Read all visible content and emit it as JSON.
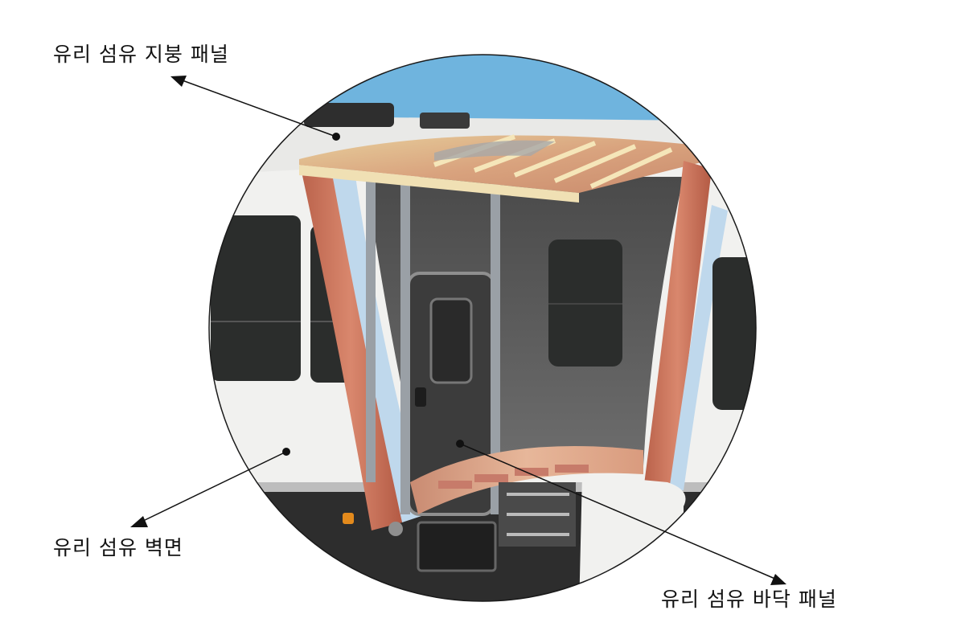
{
  "labels": {
    "roof_panel": "유리 섬유 지붕 패널",
    "wall": "유리 섬유 벽면",
    "floor_panel": "유리 섬유 바닥 패널"
  },
  "colors": {
    "sky": "#6fb4de",
    "rv_body": "#f1f1ef",
    "window": "#2b2d2c",
    "frame_metal": "#9aa0a6",
    "wall_interior": "#5e5e5e",
    "wood_red": "#c9745d",
    "insulation_blue": "#bfd8ec",
    "roof_tan": "#e6cf9a"
  }
}
